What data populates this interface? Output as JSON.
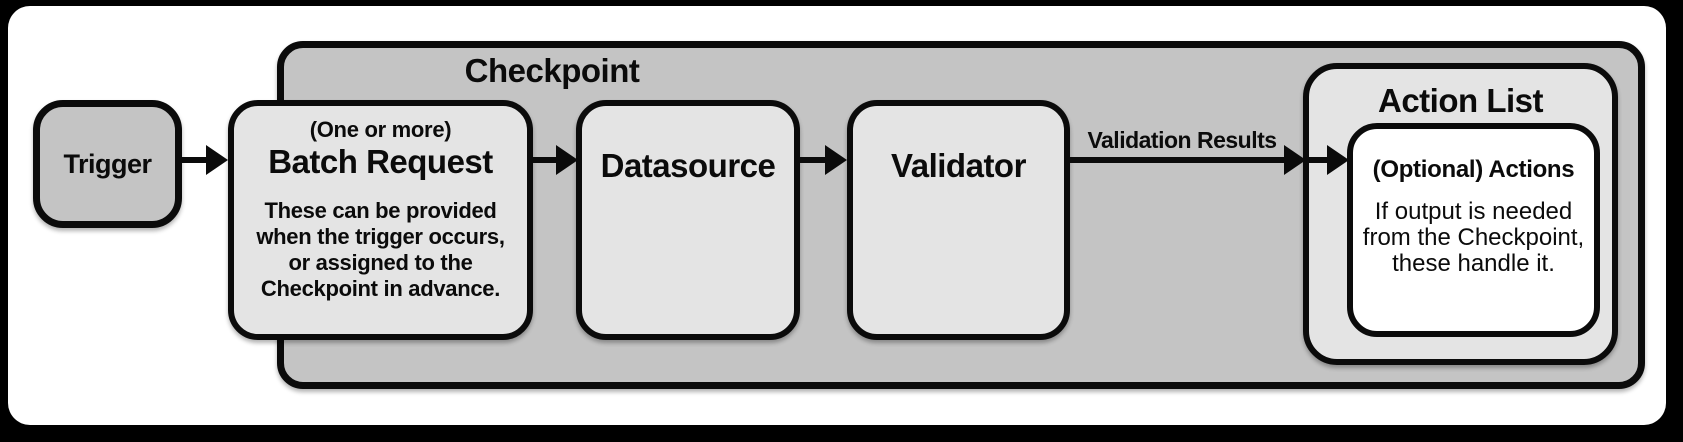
{
  "colors": {
    "background": "#000000",
    "canvas": "#ffffff",
    "container_gray": "#c4c4c4",
    "node_gray": "#e4e4e4",
    "inner_white": "#ffffff",
    "ink": "#0b0b0b"
  },
  "nodes": {
    "trigger": {
      "label": "Trigger"
    },
    "checkpoint": {
      "title": "Checkpoint"
    },
    "batch_request": {
      "qualifier": "(One or more)",
      "title": "Batch Request",
      "description_lines": [
        "These can be provided",
        "when the trigger occurs,",
        "or assigned to the",
        "Checkpoint in advance."
      ]
    },
    "datasource": {
      "title": "Datasource"
    },
    "validator": {
      "title": "Validator"
    },
    "action_list": {
      "title": "Action List"
    },
    "optional_actions": {
      "title": "(Optional) Actions",
      "description_lines": [
        "If output is needed",
        "from the Checkpoint,",
        "these handle it."
      ]
    }
  },
  "edges": {
    "validator_to_action_list": {
      "label": "Validation Results"
    }
  }
}
